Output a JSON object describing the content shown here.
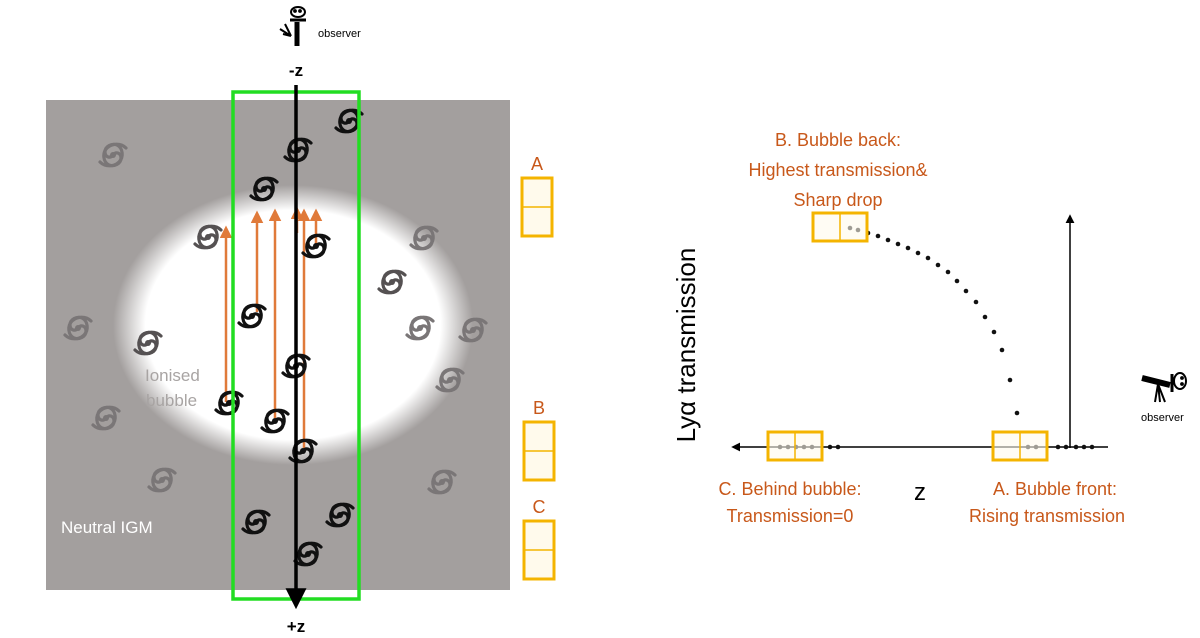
{
  "left_panel": {
    "observer_label": "observer",
    "axis_top_label": "-z",
    "axis_bottom_label": "+z",
    "bubble_label_line1": "Ionised",
    "bubble_label_line2": "bubble",
    "igm_label": "Neutral IGM",
    "box_labels": [
      "A",
      "B",
      "C"
    ]
  },
  "right_panel": {
    "y_axis_label": "Lyα transmission",
    "x_axis_label": "z",
    "observer_label": "observer",
    "annotation_b": [
      "B. Bubble back:",
      "Highest transmission&",
      "Sharp drop"
    ],
    "annotation_a": [
      "A. Bubble front:",
      "Rising transmission"
    ],
    "annotation_c": [
      "C. Behind bubble:",
      "Transmission=0"
    ]
  },
  "colors": {
    "igm_gray": "#a39f9e",
    "green_box": "#22dd22",
    "orange_arrow": "#e07a3a",
    "label_orange": "#c8581a",
    "slit_yellow": "#f4b400",
    "slit_fill": "#fffaec"
  }
}
